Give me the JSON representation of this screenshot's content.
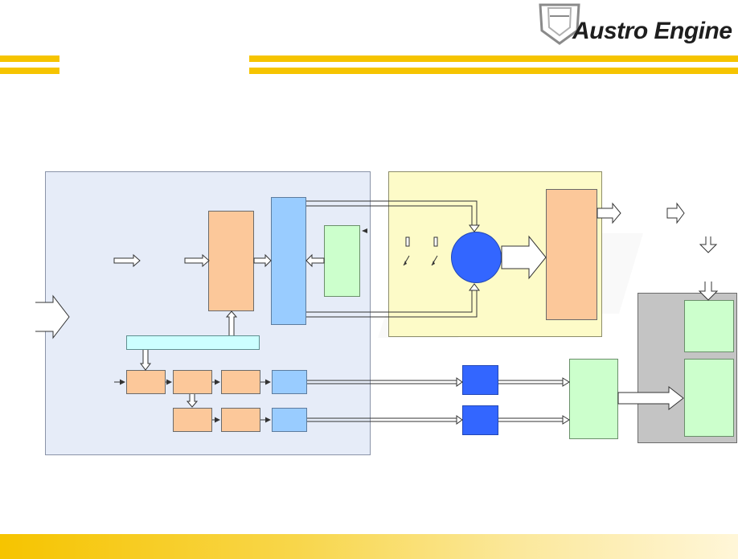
{
  "header": {
    "logo_text": "Austro Engine",
    "accent_color": "#f6c400"
  },
  "diagram": {
    "panels": [
      "ecu-panel",
      "engine-panel",
      "airframe-panel"
    ],
    "colors": {
      "ecu_panel": "#e6ecf8",
      "engine_panel": "#fdfbc8",
      "airframe_panel": "#c4c4c4",
      "processing_block": "#fcc89a",
      "interface_block": "#99ccff",
      "display_block": "#ccffcc",
      "bus_block": "#ccffff",
      "driver_block": "#3366ff"
    }
  }
}
